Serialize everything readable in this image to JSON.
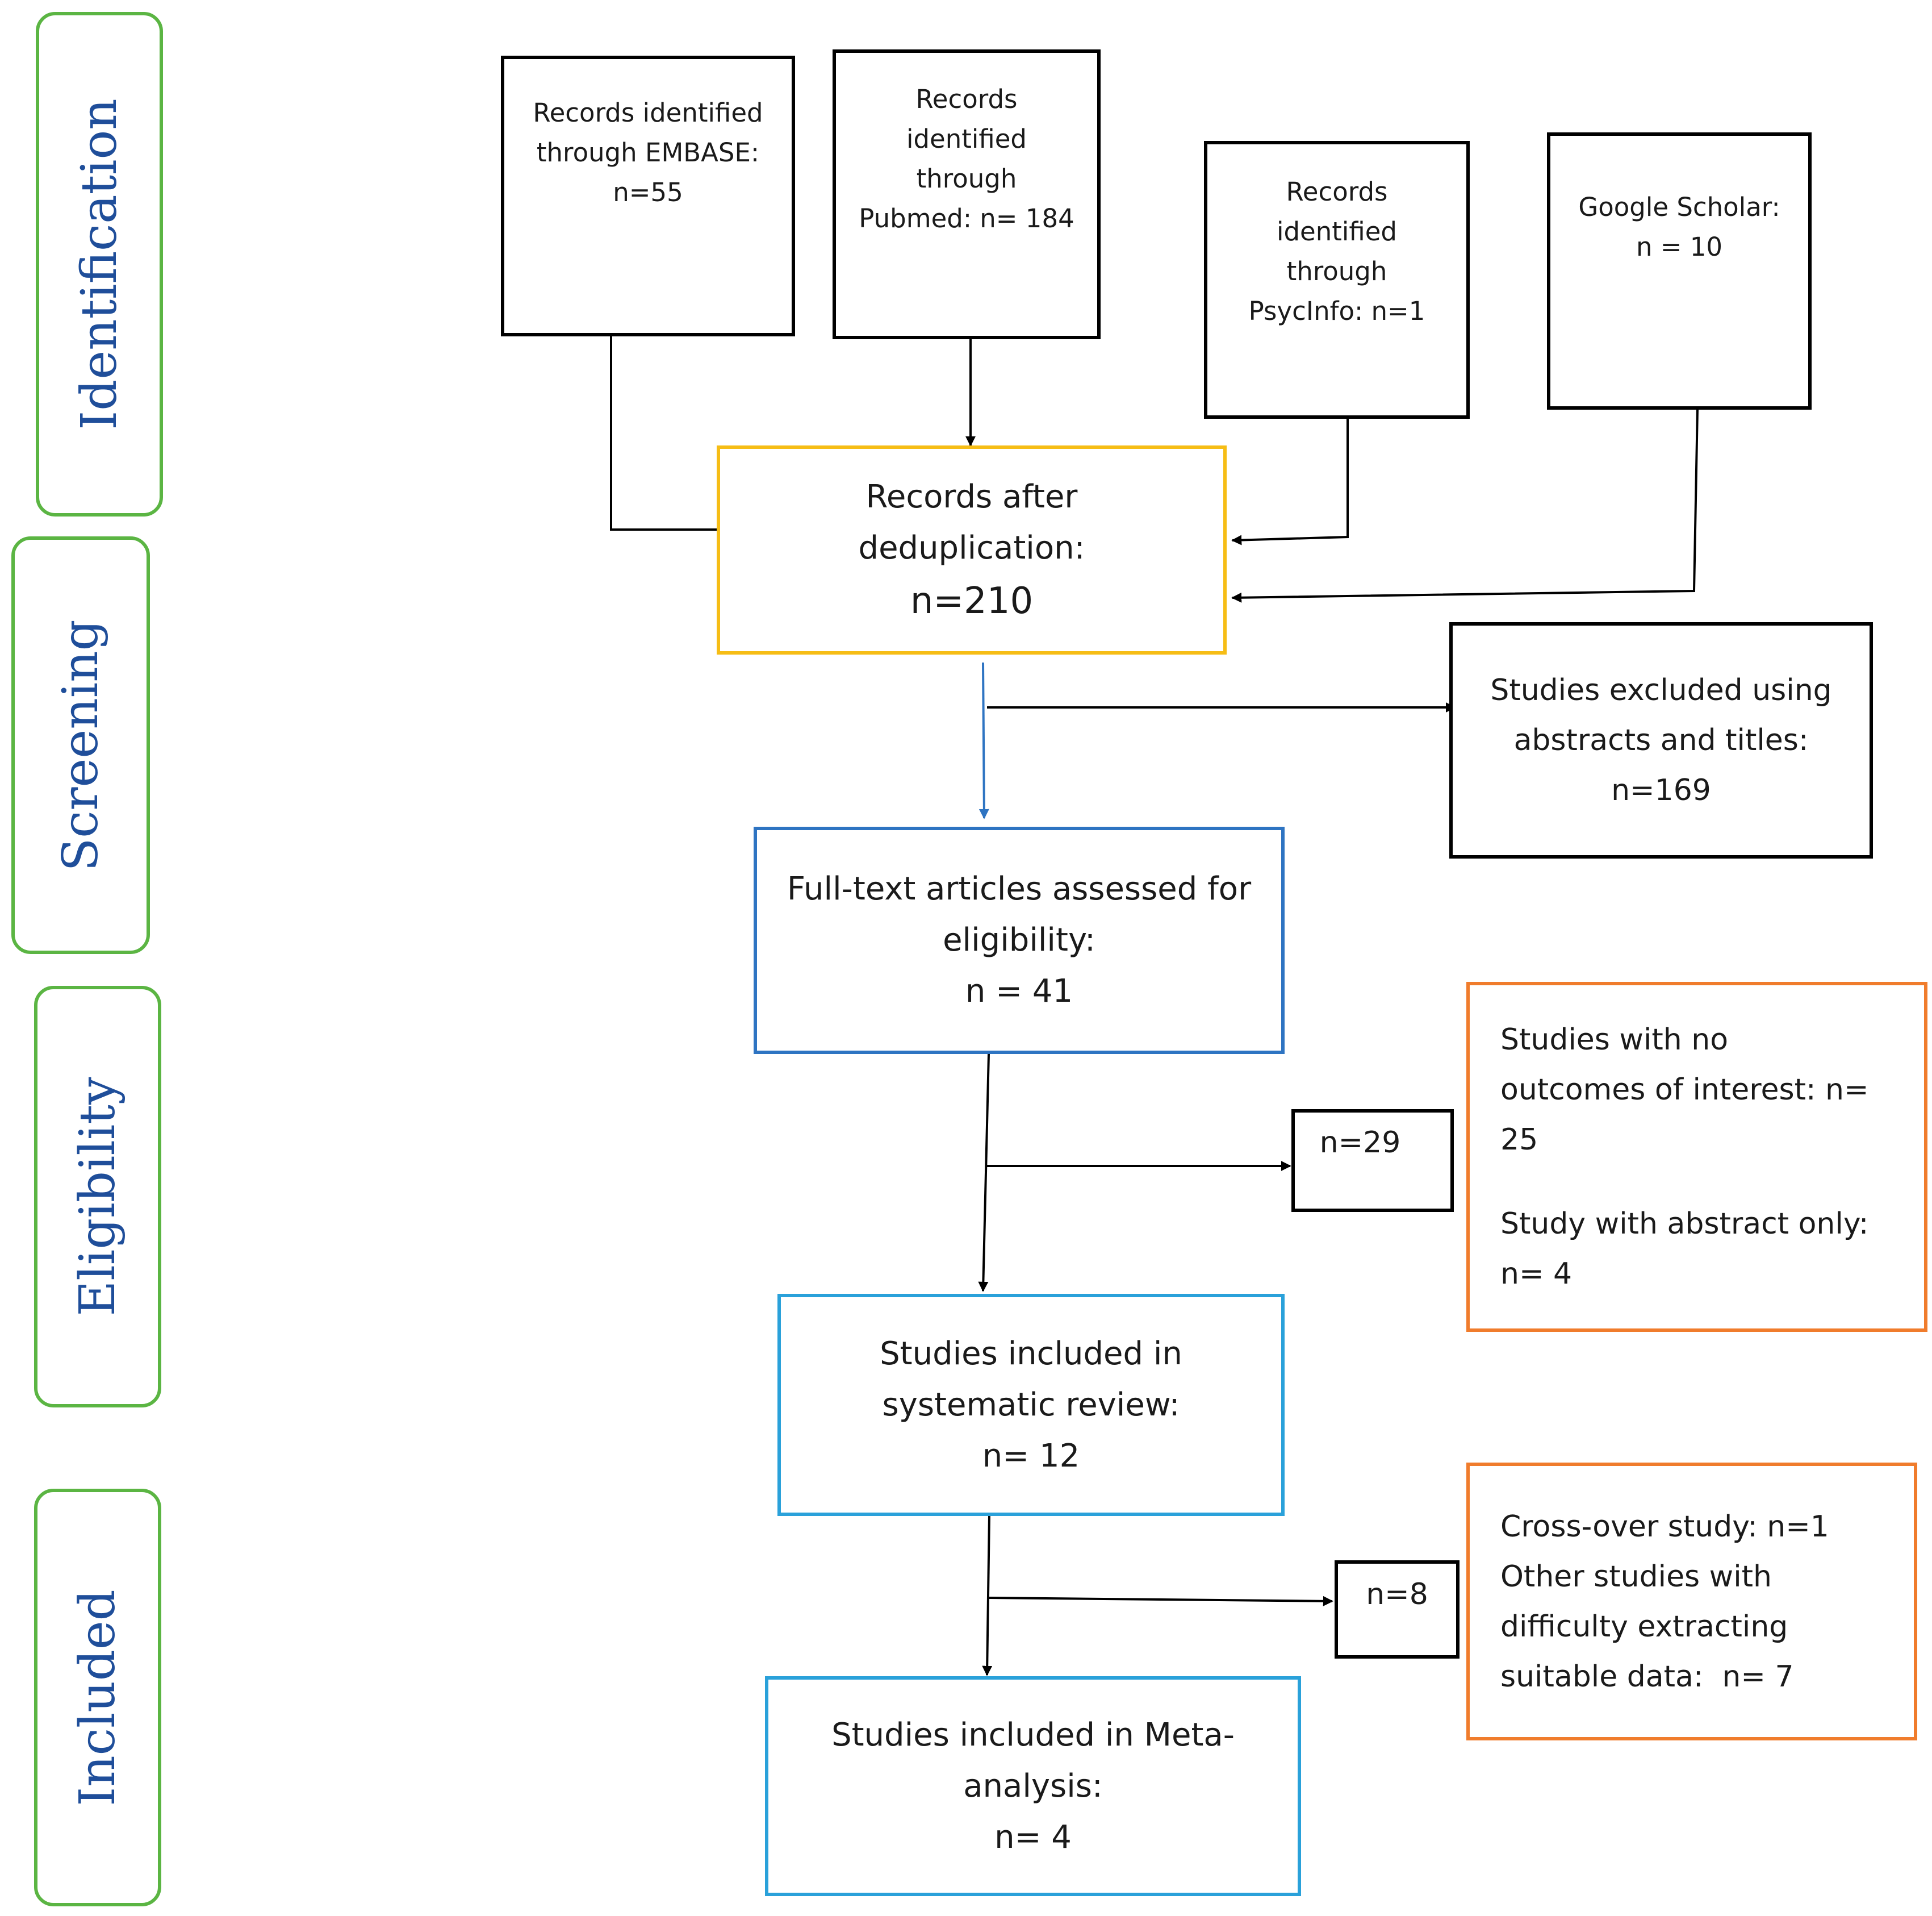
{
  "phases": {
    "identification": "Identification",
    "screening": "Screening",
    "eligibility": "Eligibility",
    "included": "Included"
  },
  "boxes": {
    "embase": [
      "Records identified",
      "through EMBASE:",
      "",
      "n=55"
    ],
    "pubmed": [
      "Records",
      "identified",
      "through",
      "Pubmed: n= 184"
    ],
    "psycinfo": [
      "Records",
      "identified",
      "through",
      "PsycInfo: n=1"
    ],
    "google_scholar": [
      "Google Scholar:",
      "",
      "n = 10"
    ],
    "deduplication": [
      "Records after",
      "deduplication:",
      "n=210"
    ],
    "excluded_abstracts": [
      "Studies excluded using",
      "abstracts and titles:",
      "",
      "n=169"
    ],
    "full_text": [
      "Full-text articles assessed for",
      "eligibility:",
      "n = 41"
    ],
    "excluded_29": [
      "n=29"
    ],
    "reasons_29": {
      "group1": [
        "Studies with no",
        "outcomes of interest: n=",
        "25"
      ],
      "group2": [
        "Study with abstract only:",
        "n= 4"
      ]
    },
    "systematic_review": [
      "Studies included in",
      "systematic review:",
      "n= 12"
    ],
    "excluded_8": [
      "n=8"
    ],
    "reasons_8": [
      "Cross-over study: n=1",
      "Other studies with",
      "difficulty extracting",
      "suitable data:  n= 7"
    ],
    "meta_analysis": [
      "Studies included in Meta-",
      "analysis:",
      "n= 4"
    ]
  },
  "colors": {
    "phase_border": "#5bb543",
    "phase_text": "#1f4e9a",
    "identification_box": "#000000",
    "deduplication_box": "#f6bd15",
    "full_text_box": "#2e74c2",
    "included_box": "#2aa1da",
    "reason_box": "#f07c2c",
    "screening_arrow": "#2e74c2"
  }
}
